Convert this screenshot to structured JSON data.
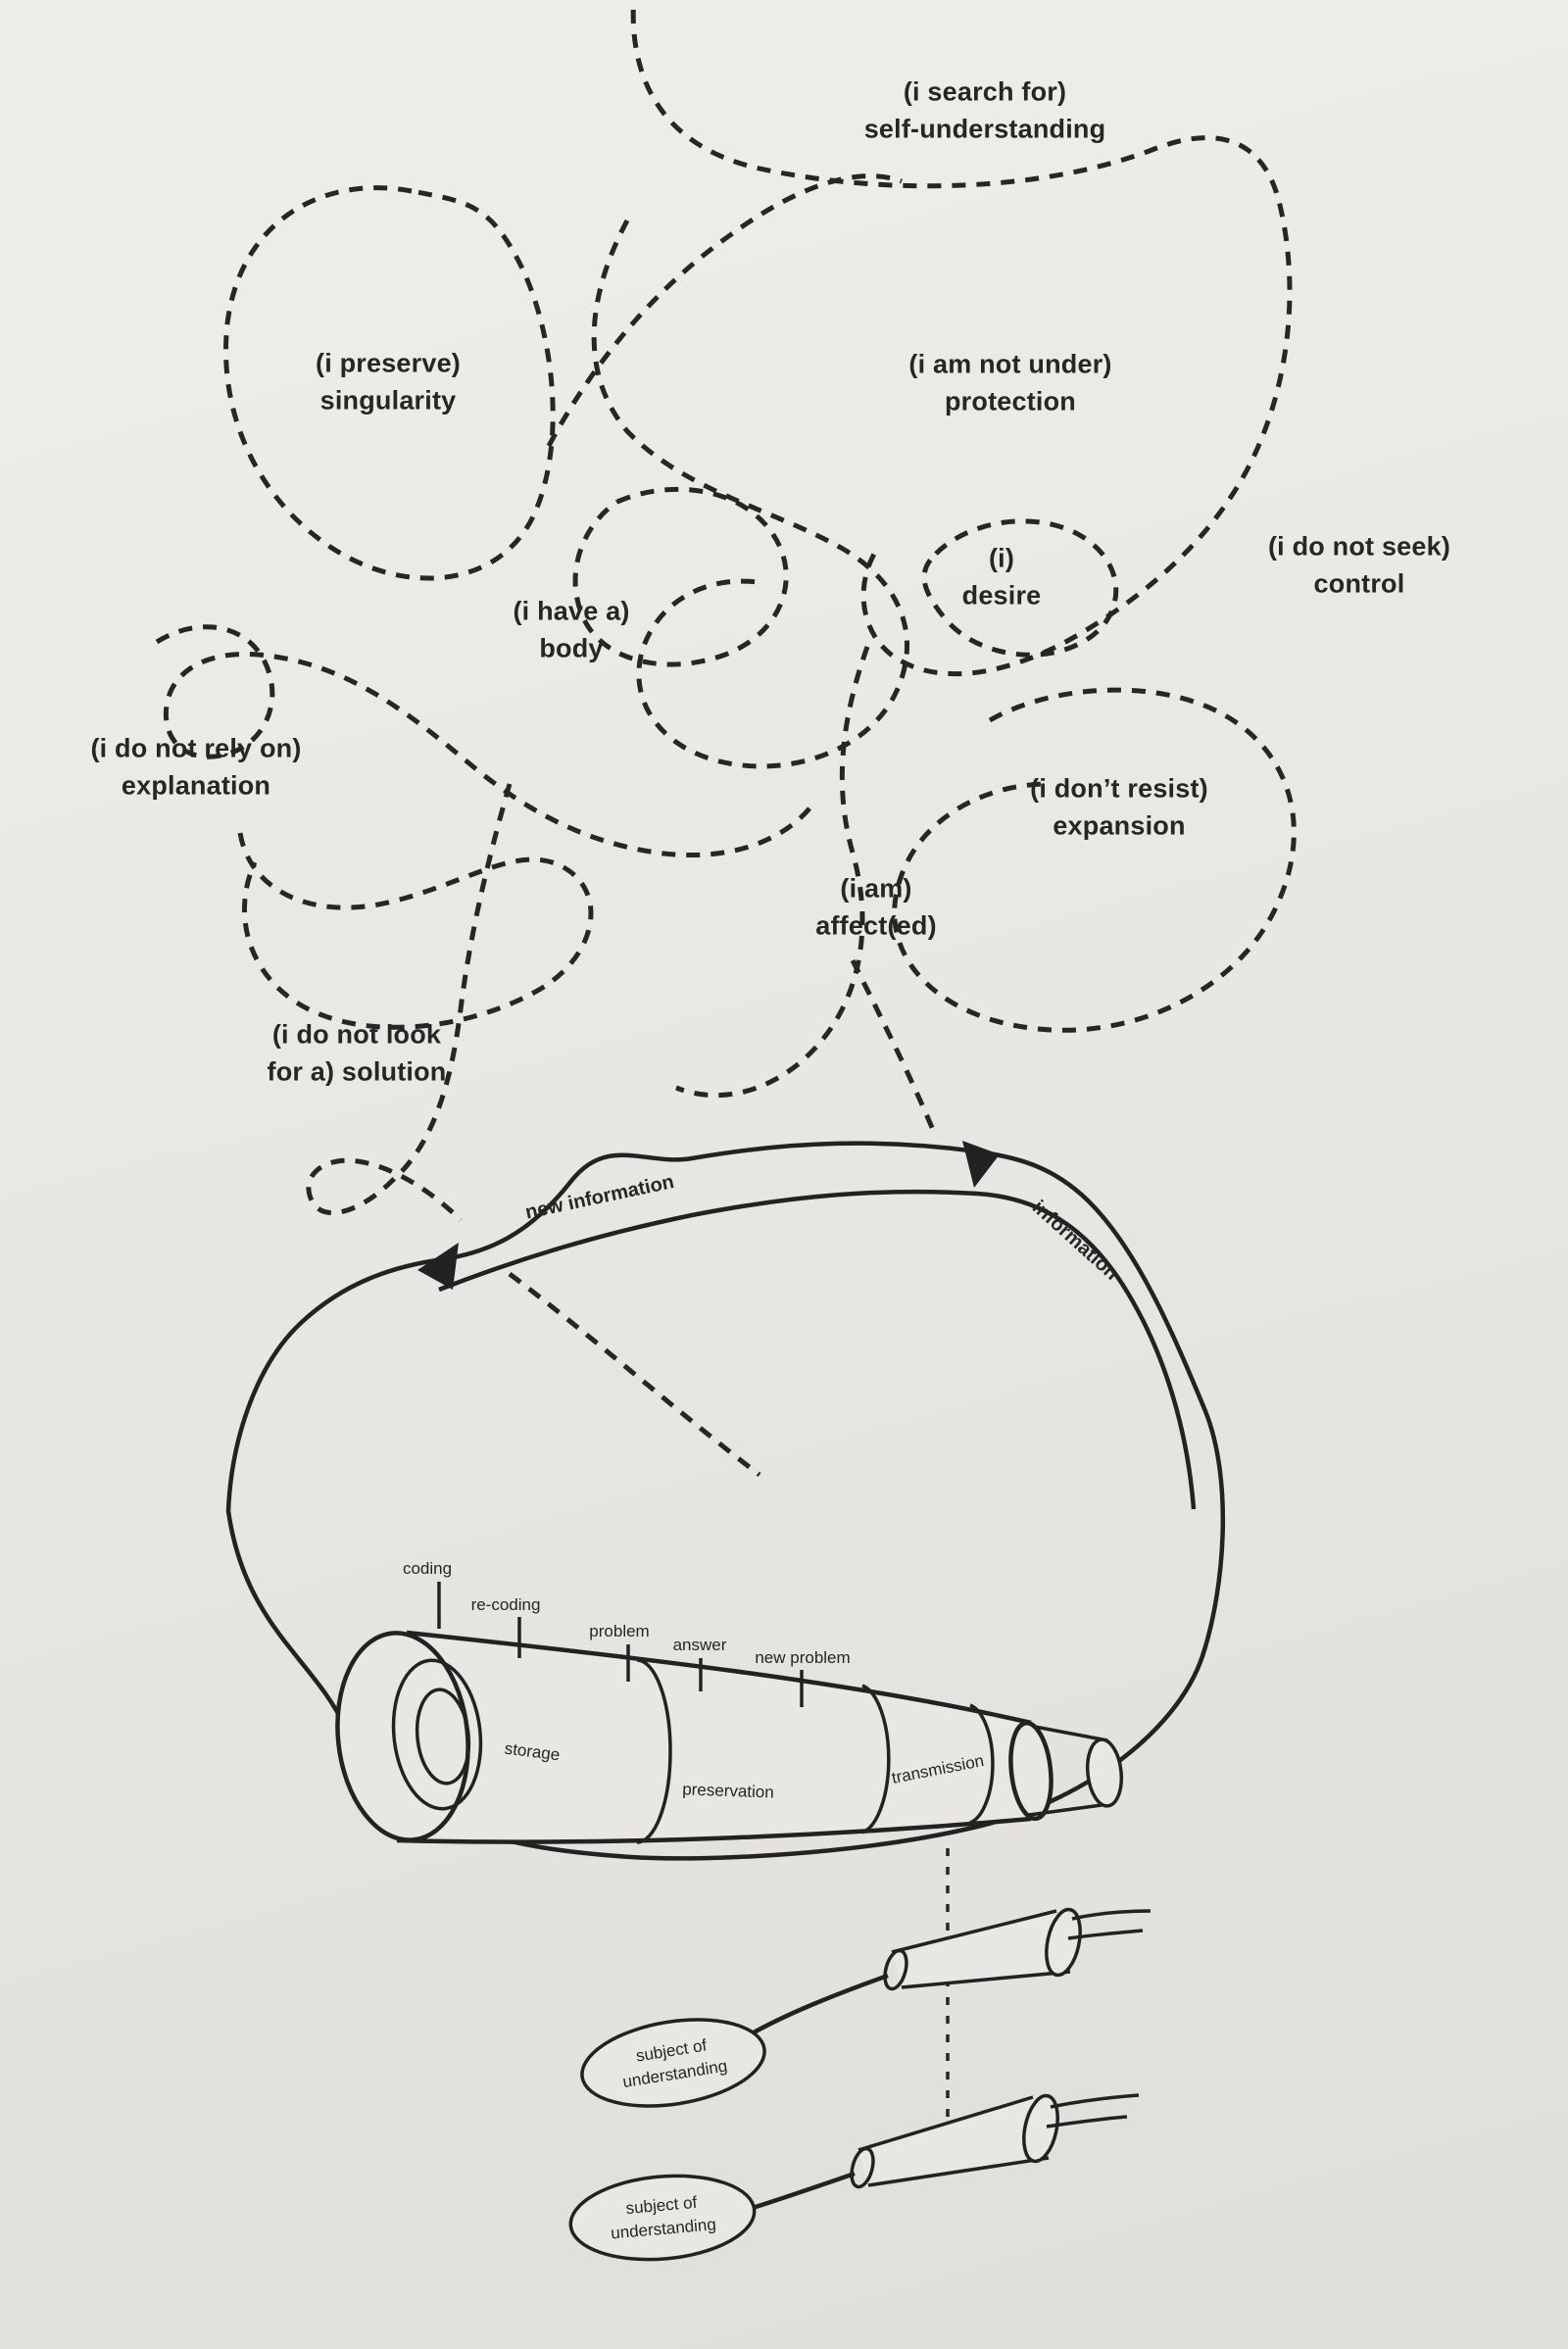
{
  "colors": {
    "background": "#e9e7e3",
    "ink": "#262626"
  },
  "labels": {
    "search": "(i search for)\nself-understanding",
    "preserve": "(i preserve)\nsingularity",
    "protection": "(i am not under)\nprotection",
    "control": "(i do not seek)\ncontrol",
    "body": "(i have a)\nbody",
    "desire": "(i)\ndesire",
    "explanation": "(i do not rely on)\nexplanation",
    "expansion": "(i don’t resist)\nexpansion",
    "affected": "(i am)\naffect(ed)",
    "solution": "(i do not look\nfor a) solution",
    "new_information": "new information",
    "information": "information",
    "coding": "coding",
    "re_coding": "re-coding",
    "problem": "problem",
    "answer": "answer",
    "new_problem": "new problem",
    "storage": "storage",
    "preservation": "preservation",
    "transmission": "transmission",
    "subject_1": "subject of\nunderstanding",
    "subject_2": "subject of\nunderstanding"
  }
}
